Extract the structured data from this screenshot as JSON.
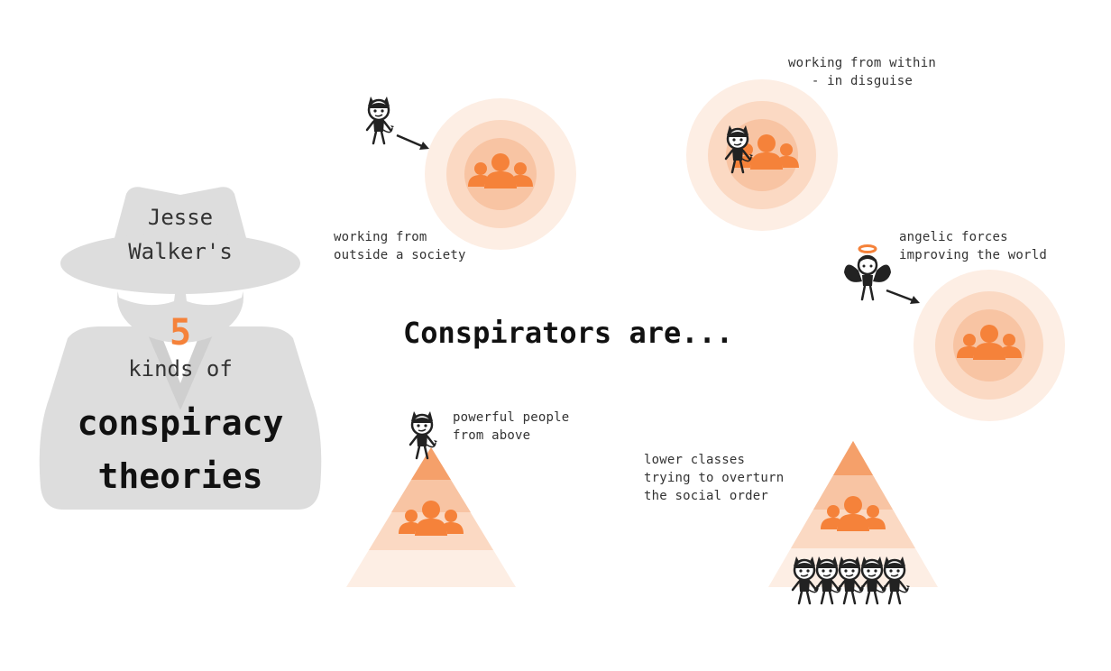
{
  "hat": {
    "line1": "Jesse",
    "line2": "Walker's",
    "number": "5",
    "line3": "kinds of",
    "line4": "conspiracy",
    "line5": "theories"
  },
  "headline": "Conspirators are...",
  "labels": {
    "outside": [
      "working from",
      "outside a society"
    ],
    "within": [
      "working from within",
      "- in disguise"
    ],
    "angelic": [
      "angelic forces",
      "improving the world"
    ],
    "above": [
      "powerful people",
      "from above"
    ],
    "below": [
      "lower classes",
      "trying to overturn",
      "the social order"
    ]
  },
  "colors": {
    "accent": "#f5823a",
    "ring_outer": "#fdeee4",
    "ring_mid": "#fbd9c3",
    "ring_inner": "#f8c4a3",
    "hat_gray": "#dddddd",
    "ink": "#222222"
  },
  "icons": {
    "group": "people-group-icon",
    "devil": "devil-figure-icon",
    "angel": "angel-figure-icon"
  }
}
